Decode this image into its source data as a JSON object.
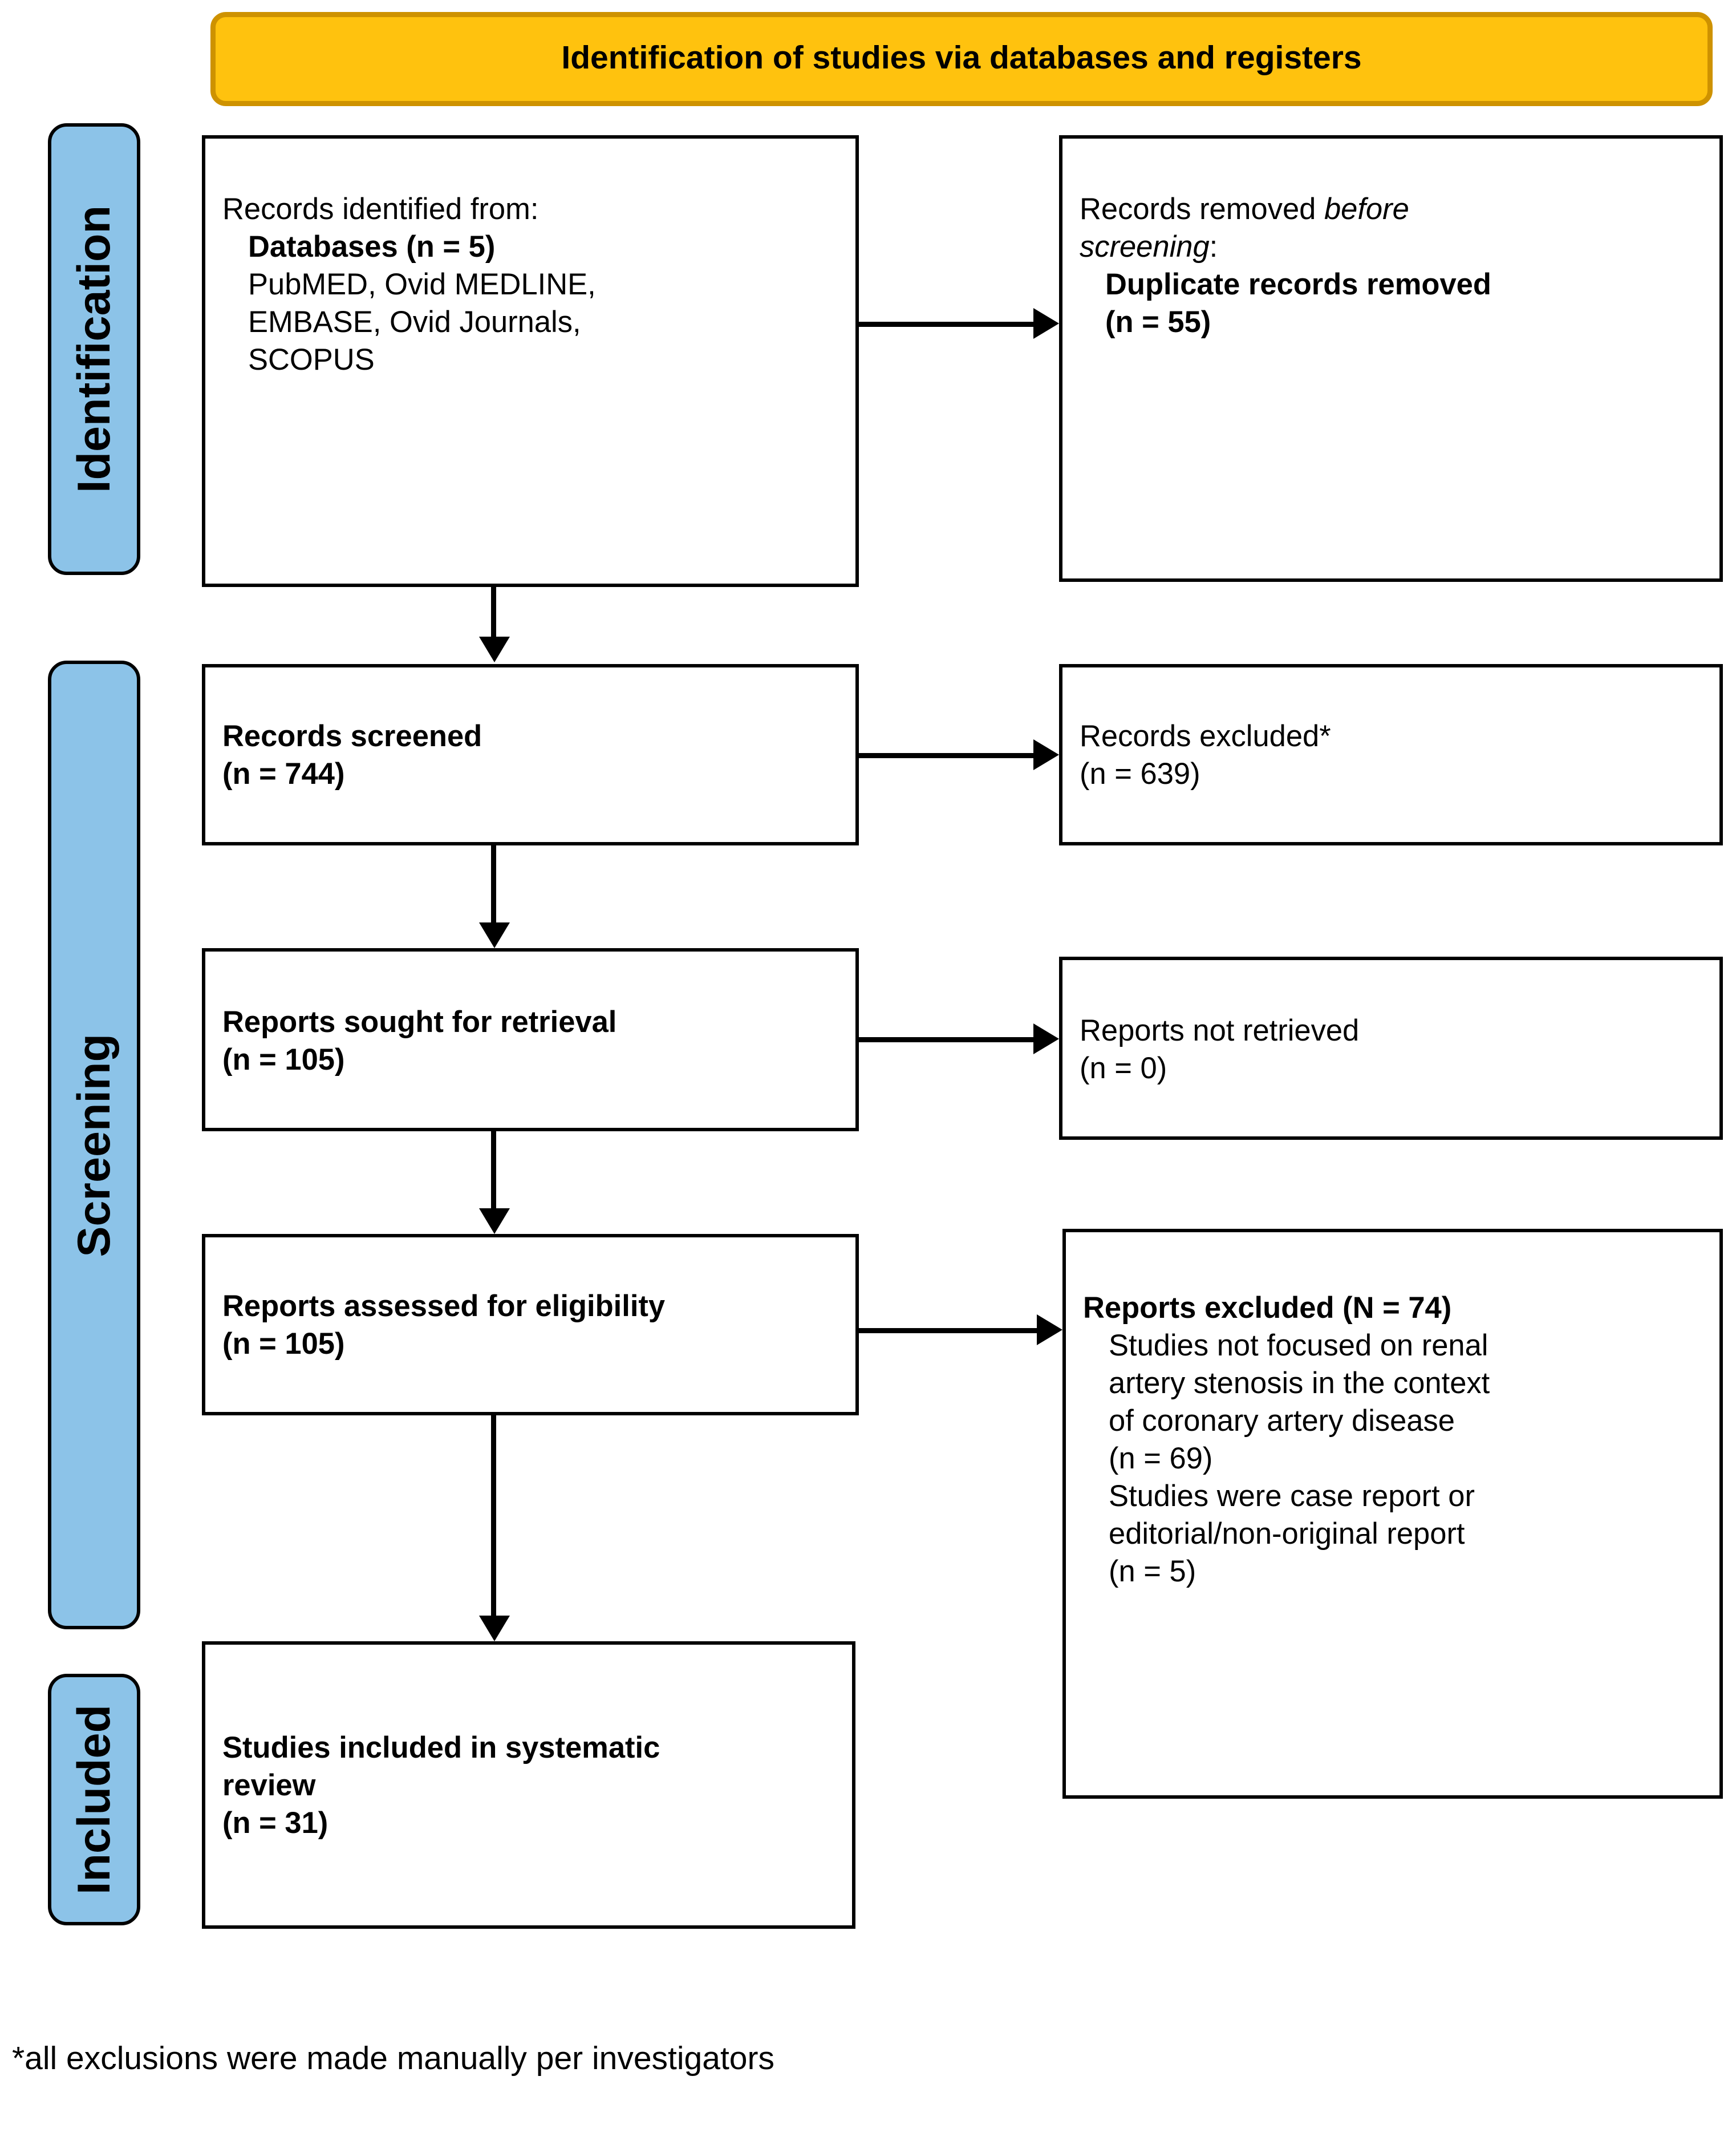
{
  "banner": {
    "title": "Identification of studies via databases and registers"
  },
  "sidebar": {
    "identification": "Identification",
    "screening": "Screening",
    "included": "Included"
  },
  "flow": {
    "records_identified": {
      "intro": "Records identified from:",
      "databases": "Databases (n = 5)",
      "sources": [
        "PubMED, Ovid MEDLINE,",
        "EMBASE, Ovid Journals,",
        "SCOPUS"
      ]
    },
    "records_removed": {
      "line1_pre": "Records removed ",
      "line1_italic": "before",
      "line2_italic": "screening",
      "line2_post": ":",
      "reason": "Duplicate records removed",
      "count": "(n = 55)"
    },
    "records_screened": {
      "title": "Records screened",
      "count": "(n = 744)"
    },
    "records_excluded": {
      "title": "Records excluded*",
      "count": "(n = 639)"
    },
    "reports_sought": {
      "title": "Reports sought for retrieval",
      "count": "(n = 105)"
    },
    "reports_not_retrieved": {
      "title": "Reports not retrieved",
      "count": "(n = 0)"
    },
    "reports_assessed": {
      "title": "Reports assessed for eligibility",
      "count": "(n = 105)"
    },
    "reports_excluded": {
      "title": "Reports excluded (N = 74)",
      "reason1_lines": [
        "Studies not focused on renal",
        "artery stenosis in the context",
        "of coronary artery disease",
        "(n = 69)"
      ],
      "reason2_lines": [
        "Studies were case report or",
        "editorial/non-original report",
        "(n = 5)"
      ]
    },
    "studies_included": {
      "title_lines": [
        "Studies included in systematic",
        "review"
      ],
      "count": "(n = 31)"
    }
  },
  "footnote": "*all exclusions were made manually per investigators",
  "colors": {
    "banner_fill": "#FFC20E",
    "banner_border": "#CE9200",
    "sidebar_fill": "#8CC3E8",
    "box_border": "#000000"
  }
}
